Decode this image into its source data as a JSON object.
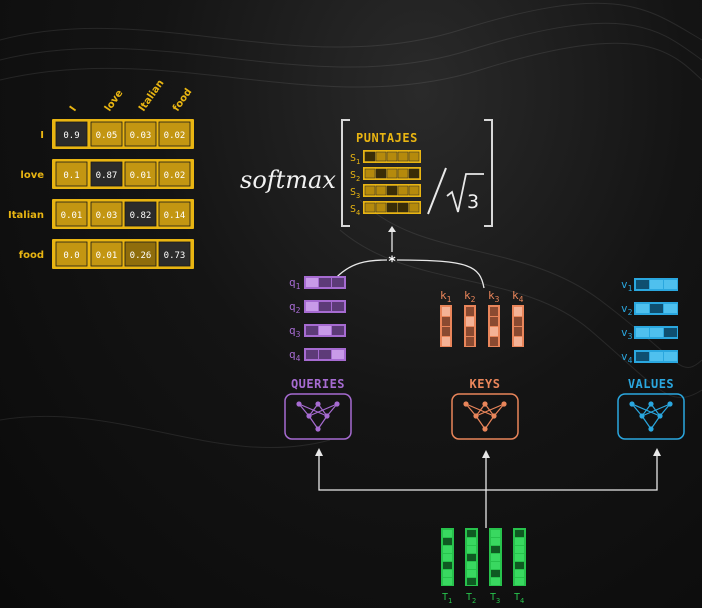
{
  "colors": {
    "background": "#111111",
    "yellow": "#e9b512",
    "purple": "#a66bd1",
    "orange": "#e9855a",
    "blue": "#2aa7df",
    "green": "#27c24c",
    "connector": "#e8e8e8"
  },
  "matrix": {
    "col_labels": [
      "I",
      "love",
      "Italian",
      "food"
    ],
    "row_labels": [
      "I",
      "love",
      "Italian",
      "food"
    ],
    "values": [
      [
        "0.9",
        "0.05",
        "0.03",
        "0.02"
      ],
      [
        "0.1",
        "0.87",
        "0.01",
        "0.02"
      ],
      [
        "0.01",
        "0.03",
        "0.82",
        "0.14"
      ],
      [
        "0.0",
        "0.01",
        "0.26",
        "0.73"
      ]
    ],
    "levels": [
      [
        0.9,
        0.05,
        0.03,
        0.02
      ],
      [
        0.1,
        0.87,
        0.01,
        0.02
      ],
      [
        0.01,
        0.03,
        0.82,
        0.14
      ],
      [
        0.0,
        0.01,
        0.26,
        0.73
      ]
    ]
  },
  "formula": {
    "softmax": "softmax",
    "scores_title": "PUNTAJES",
    "score_labels": [
      "S1",
      "S2",
      "S3",
      "S4"
    ],
    "sqrt_value": "3"
  },
  "multiply_symbol": "*",
  "queries": {
    "labels": [
      "q1",
      "q2",
      "q3",
      "q4"
    ],
    "title": "QUERIES",
    "icon": "neural-network-icon"
  },
  "keys": {
    "labels": [
      "k1",
      "k2",
      "k3",
      "k4"
    ],
    "title": "KEYS",
    "icon": "neural-network-icon"
  },
  "values": {
    "labels": [
      "v1",
      "v2",
      "v3",
      "v4"
    ],
    "title": "VALUES",
    "icon": "neural-network-icon"
  },
  "tokens": {
    "labels": [
      "T1",
      "T2",
      "T3",
      "T4"
    ]
  }
}
